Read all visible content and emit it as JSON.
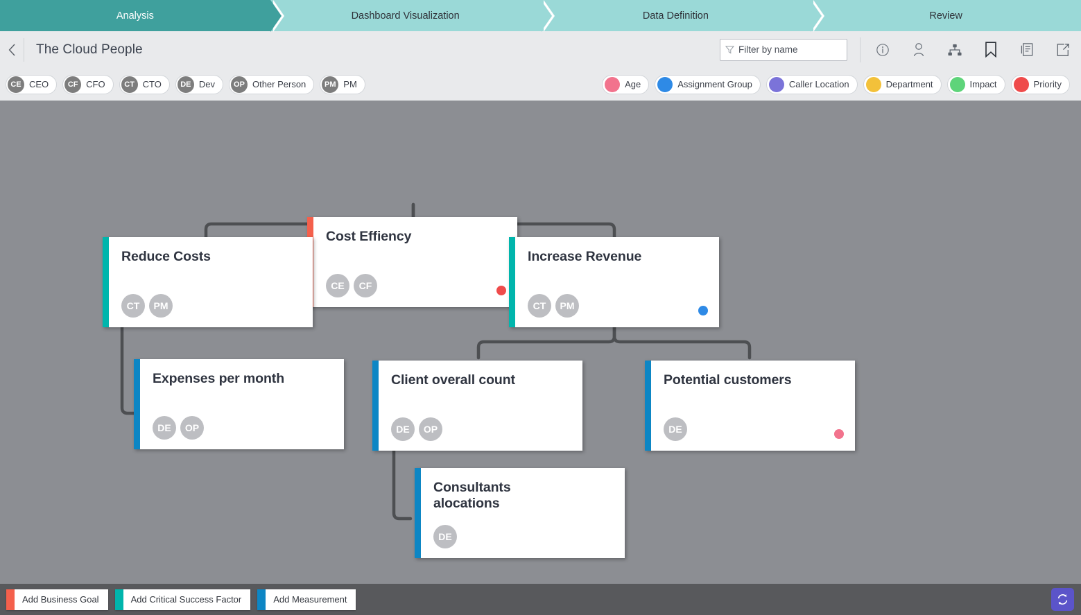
{
  "stepper": {
    "steps": [
      {
        "label": "Analysis",
        "active": true
      },
      {
        "label": "Dashboard Visualization",
        "active": false
      },
      {
        "label": "Data Definition",
        "active": false
      },
      {
        "label": "Review",
        "active": false
      }
    ]
  },
  "header": {
    "title": "The Cloud People",
    "filter_placeholder": "Filter by name",
    "icons": [
      "info-icon",
      "user-icon",
      "hierarchy-icon",
      "bookmark-icon",
      "notes-icon",
      "open-external-icon"
    ]
  },
  "people_chips": [
    {
      "initials": "CE",
      "label": "CEO"
    },
    {
      "initials": "CF",
      "label": "CFO"
    },
    {
      "initials": "CT",
      "label": "CTO"
    },
    {
      "initials": "DE",
      "label": "Dev"
    },
    {
      "initials": "OP",
      "label": "Other Person"
    },
    {
      "initials": "PM",
      "label": "PM"
    }
  ],
  "legend_chips": [
    {
      "label": "Age",
      "color": "#f2738d"
    },
    {
      "label": "Assignment Group",
      "color": "#2e8ae6"
    },
    {
      "label": "Caller Location",
      "color": "#7b73d9"
    },
    {
      "label": "Department",
      "color": "#f3c13a"
    },
    {
      "label": "Impact",
      "color": "#5ed47a"
    },
    {
      "label": "Priority",
      "color": "#ef4b4b"
    }
  ],
  "palette": {
    "business_goal": "#f4604c",
    "critical_success_factor": "#00b5ac",
    "measurement": "#0d86c4",
    "canvas": "#8c8e93",
    "connector": "#4d4f52"
  },
  "cards": [
    {
      "id": "cost-efficency",
      "title": "Cost Effiency",
      "type": "business-goal",
      "edge_color": "#f4604c",
      "avatars": [
        "CE",
        "CF"
      ],
      "status_color": "#ef4b4b",
      "has_status": true
    },
    {
      "id": "reduce-costs",
      "title": "Reduce Costs",
      "type": "critical-success-factor",
      "edge_color": "#00b5ac",
      "avatars": [
        "CT",
        "PM"
      ],
      "status_color": "",
      "has_status": false
    },
    {
      "id": "increase-revenue",
      "title": "Increase Revenue",
      "type": "critical-success-factor",
      "edge_color": "#00b5ac",
      "avatars": [
        "CT",
        "PM"
      ],
      "status_color": "#2e8ae6",
      "has_status": true
    },
    {
      "id": "expenses-per-month",
      "title": "Expenses per month",
      "type": "measurement",
      "edge_color": "#0d86c4",
      "avatars": [
        "DE",
        "OP"
      ],
      "status_color": "",
      "has_status": false
    },
    {
      "id": "client-overall-count",
      "title": "Client overall count",
      "type": "measurement",
      "edge_color": "#0d86c4",
      "avatars": [
        "DE",
        "OP"
      ],
      "status_color": "",
      "has_status": false
    },
    {
      "id": "potential-customers",
      "title": "Potential customers",
      "type": "measurement",
      "edge_color": "#0d86c4",
      "avatars": [
        "DE"
      ],
      "status_color": "#f2738d",
      "has_status": true
    },
    {
      "id": "consultants-alocations",
      "title": "Consultants alocations",
      "type": "measurement",
      "edge_color": "#0d86c4",
      "avatars": [
        "DE"
      ],
      "status_color": "",
      "has_status": false
    }
  ],
  "bottom_toolbar": {
    "buttons": [
      {
        "label": "Add Business Goal",
        "color": "#f4604c"
      },
      {
        "label": "Add Critical Success Factor",
        "color": "#00b5ac"
      },
      {
        "label": "Add Measurement",
        "color": "#0d86c4"
      }
    ],
    "refresh_icon": "refresh-icon"
  }
}
